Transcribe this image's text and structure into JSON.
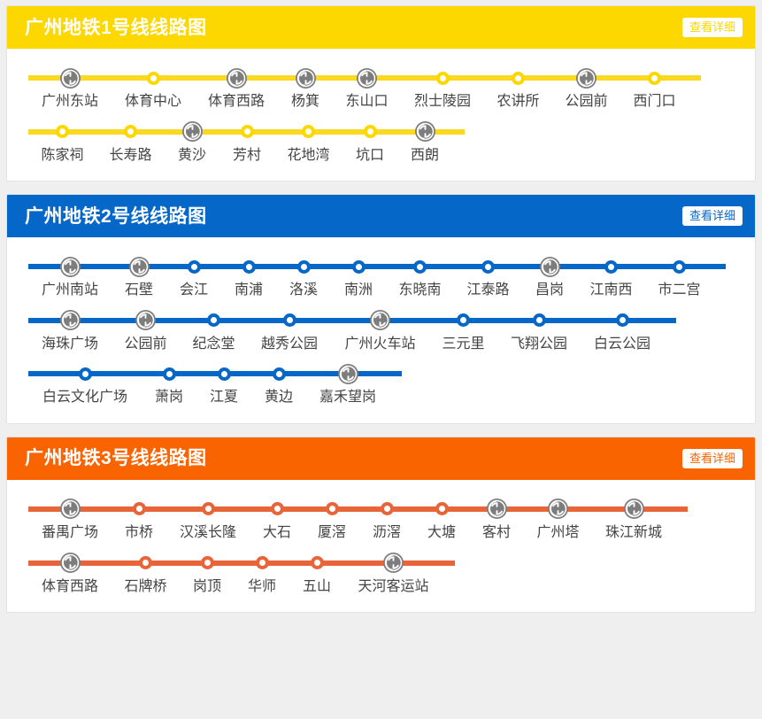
{
  "button_label": "查看详细",
  "lines": [
    {
      "id": "line-1",
      "title": "广州地铁1号线线路图",
      "color": "#FCD700",
      "track_color": "#FBD821",
      "header_color": "#FCD700",
      "button_text_color": "#FCD700",
      "rows": [
        {
          "stations": [
            {
              "name": "广州东站",
              "type": "transfer"
            },
            {
              "name": "体育中心",
              "type": "normal"
            },
            {
              "name": "体育西路",
              "type": "transfer"
            },
            {
              "name": "杨箕",
              "type": "transfer"
            },
            {
              "name": "东山口",
              "type": "transfer"
            },
            {
              "name": "烈士陵园",
              "type": "normal"
            },
            {
              "name": "农讲所",
              "type": "normal"
            },
            {
              "name": "公园前",
              "type": "transfer"
            },
            {
              "name": "西门口",
              "type": "normal"
            }
          ]
        },
        {
          "stations": [
            {
              "name": "陈家祠",
              "type": "normal"
            },
            {
              "name": "长寿路",
              "type": "normal"
            },
            {
              "name": "黄沙",
              "type": "transfer"
            },
            {
              "name": "芳村",
              "type": "normal"
            },
            {
              "name": "花地湾",
              "type": "normal"
            },
            {
              "name": "坑口",
              "type": "normal"
            },
            {
              "name": "西朗",
              "type": "transfer"
            }
          ]
        }
      ]
    },
    {
      "id": "line-2",
      "title": "广州地铁2号线线路图",
      "color": "#0567C8",
      "track_color": "#0567C8",
      "header_color": "#0567C8",
      "button_text_color": "#0567C8",
      "rows": [
        {
          "stations": [
            {
              "name": "广州南站",
              "type": "transfer"
            },
            {
              "name": "石壁",
              "type": "transfer"
            },
            {
              "name": "会江",
              "type": "normal"
            },
            {
              "name": "南浦",
              "type": "normal"
            },
            {
              "name": "洛溪",
              "type": "normal"
            },
            {
              "name": "南洲",
              "type": "normal"
            },
            {
              "name": "东晓南",
              "type": "normal"
            },
            {
              "name": "江泰路",
              "type": "normal"
            },
            {
              "name": "昌岗",
              "type": "transfer"
            },
            {
              "name": "江南西",
              "type": "normal"
            },
            {
              "name": "市二宫",
              "type": "normal"
            }
          ]
        },
        {
          "stations": [
            {
              "name": "海珠广场",
              "type": "transfer"
            },
            {
              "name": "公园前",
              "type": "transfer"
            },
            {
              "name": "纪念堂",
              "type": "normal"
            },
            {
              "name": "越秀公园",
              "type": "normal"
            },
            {
              "name": "广州火车站",
              "type": "transfer"
            },
            {
              "name": "三元里",
              "type": "normal"
            },
            {
              "name": "飞翔公园",
              "type": "normal"
            },
            {
              "name": "白云公园",
              "type": "normal"
            }
          ]
        },
        {
          "stations": [
            {
              "name": "白云文化广场",
              "type": "normal"
            },
            {
              "name": "萧岗",
              "type": "normal"
            },
            {
              "name": "江夏",
              "type": "normal"
            },
            {
              "name": "黄边",
              "type": "normal"
            },
            {
              "name": "嘉禾望岗",
              "type": "transfer"
            }
          ]
        }
      ]
    },
    {
      "id": "line-3",
      "title": "广州地铁3号线线路图",
      "color": "#E8653A",
      "track_color": "#E8653A",
      "header_color": "#FA6400",
      "button_text_color": "#FA6400",
      "rows": [
        {
          "stations": [
            {
              "name": "番禺广场",
              "type": "transfer"
            },
            {
              "name": "市桥",
              "type": "normal"
            },
            {
              "name": "汉溪长隆",
              "type": "normal"
            },
            {
              "name": "大石",
              "type": "normal"
            },
            {
              "name": "厦滘",
              "type": "normal"
            },
            {
              "name": "沥滘",
              "type": "normal"
            },
            {
              "name": "大塘",
              "type": "normal"
            },
            {
              "name": "客村",
              "type": "transfer"
            },
            {
              "name": "广州塔",
              "type": "transfer"
            },
            {
              "name": "珠江新城",
              "type": "transfer"
            }
          ]
        },
        {
          "stations": [
            {
              "name": "体育西路",
              "type": "transfer"
            },
            {
              "name": "石牌桥",
              "type": "normal"
            },
            {
              "name": "岗顶",
              "type": "normal"
            },
            {
              "name": "华师",
              "type": "normal"
            },
            {
              "name": "五山",
              "type": "normal"
            },
            {
              "name": "天河客运站",
              "type": "transfer"
            }
          ]
        }
      ]
    }
  ]
}
